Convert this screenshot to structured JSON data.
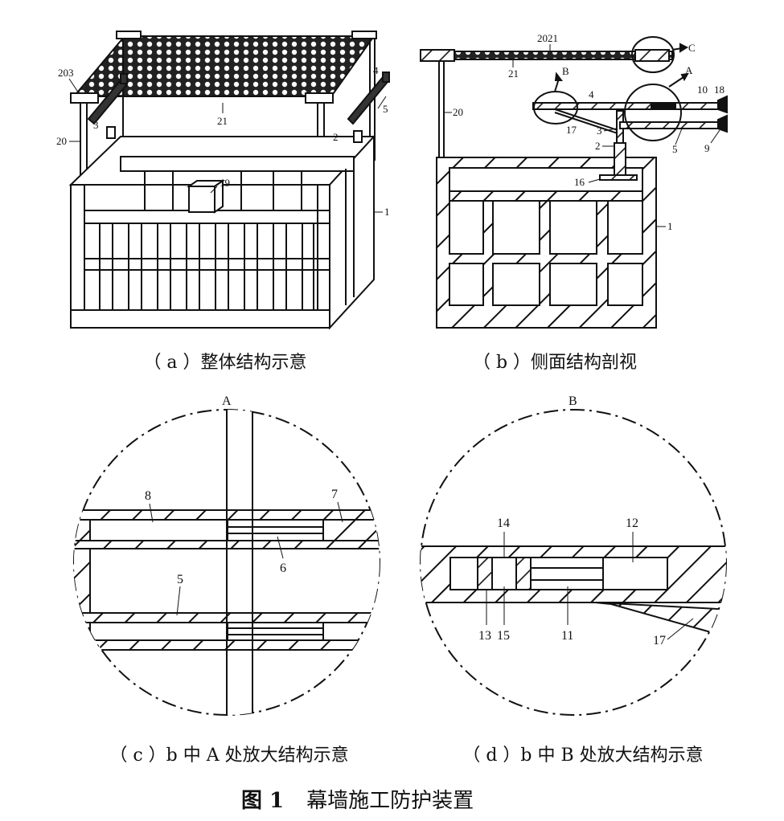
{
  "figure": {
    "number": "图 1",
    "title": "幕墙施工防护装置"
  },
  "panels": {
    "a": {
      "caption": "（ a ）整体结构示意",
      "labels": {
        "l203": "203",
        "l4": "4",
        "l5": "5",
        "l3": "3",
        "l21": "21",
        "l2": "2",
        "l20": "20",
        "l19": "19",
        "l1": "1"
      }
    },
    "b": {
      "caption": "（ b ）侧面结构剖视",
      "labels": {
        "l2021": "2021",
        "lC": "C",
        "lB": "B",
        "lA": "A",
        "l21": "21",
        "l20": "20",
        "l4": "4",
        "l10": "10",
        "l18": "18",
        "l17": "17",
        "l3": "3",
        "l5": "5",
        "l9": "9",
        "l2": "2",
        "l16": "16",
        "l1": "1"
      }
    },
    "c": {
      "caption": "（ c ）b 中 A 处放大结构示意",
      "header": "A",
      "labels": {
        "l8": "8",
        "l7": "7",
        "l6": "6",
        "l5": "5"
      }
    },
    "d": {
      "caption": "（ d ）b 中 B 处放大结构示意",
      "header": "B",
      "labels": {
        "l14": "14",
        "l12": "12",
        "l13": "13",
        "l15": "15",
        "l11": "11",
        "l17": "17"
      }
    }
  }
}
